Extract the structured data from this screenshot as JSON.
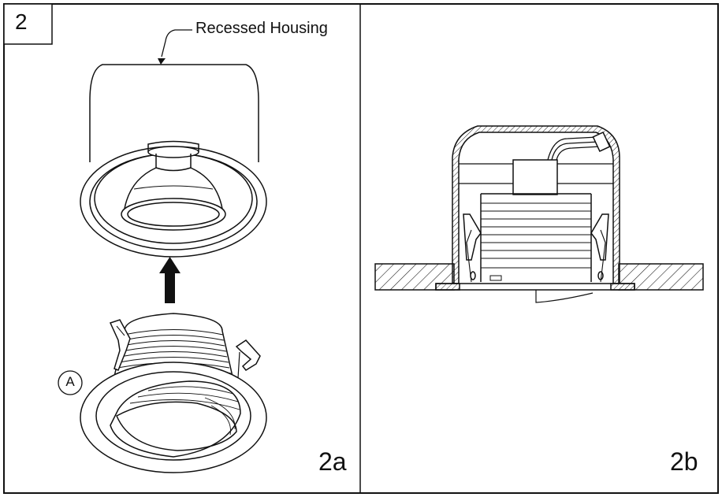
{
  "step": {
    "number": "2"
  },
  "panel_a": {
    "label": "2a",
    "callout": "Recessed Housing",
    "part_marker": "A"
  },
  "panel_b": {
    "label": "2b"
  },
  "colors": {
    "line": "#111111",
    "background": "#ffffff",
    "hatch": "#222222"
  }
}
